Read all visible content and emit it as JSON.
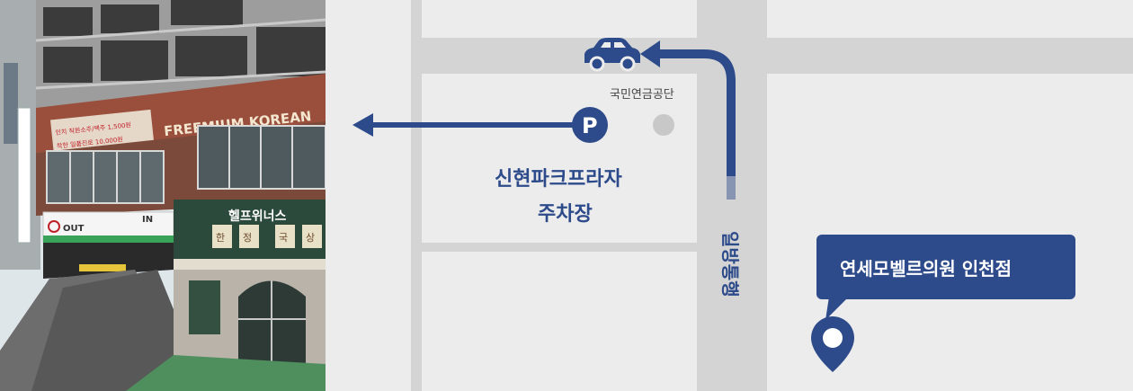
{
  "photo": {
    "sign_premium": "FREEMIUM KOREAN",
    "sign_banner_line1": "인치 직원소주/맥주 1,500원",
    "sign_banner_line2": "착한 일품진로 10,000원",
    "entrance_out": "OUT",
    "entrance_in": "IN",
    "store_sign": "헬프위너스",
    "window_chars": [
      "한",
      "정",
      "국",
      "상"
    ]
  },
  "map": {
    "landmark_label": "국민연금공단",
    "parking_symbol": "P",
    "parking_name_line1": "신현파크프라자",
    "parking_name_line2": "주차장",
    "one_way_label": "일방통행",
    "clinic_name": "연세모벨르의원 인천점"
  },
  "colors": {
    "brand_blue": "#2d4a8a",
    "road": "#d4d4d4",
    "block": "#ececec",
    "gray_dot": "#c8c8c8"
  },
  "icons": {
    "car": "car-icon",
    "parking": "parking-icon",
    "pin": "map-pin-icon",
    "arrow": "arrow-left-icon"
  }
}
